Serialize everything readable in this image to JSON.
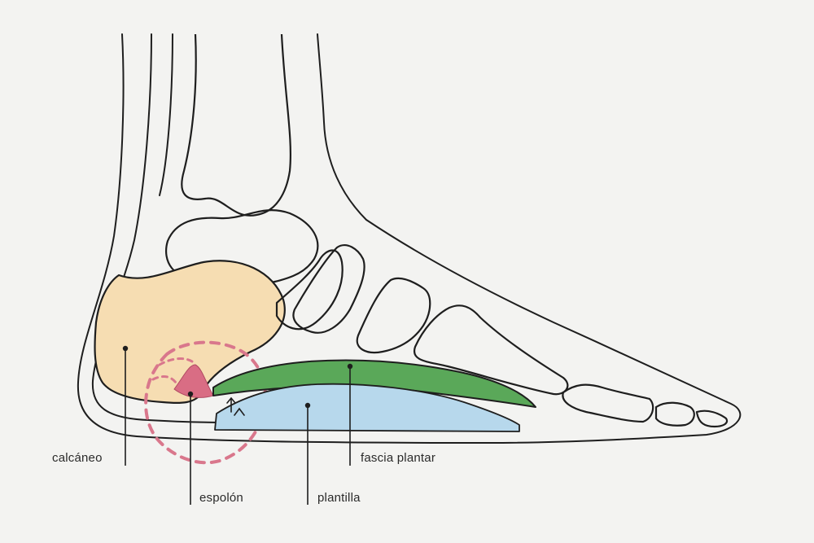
{
  "labels": {
    "calcaneo": "calcáneo",
    "espolon": "espolón",
    "fascia": "fascia plantar",
    "plantilla": "plantilla"
  },
  "colors": {
    "background": "#f3f3f1",
    "outline": "#1e1e1e",
    "calcaneus_fill": "#f6ddb2",
    "fascia_fill": "#5aa859",
    "insole_fill": "#b7d8ec",
    "spur_fill": "#d96d84",
    "inflammation_ring": "#d9778c"
  },
  "icons": {
    "lift_arrow": "up-arrow-icon"
  }
}
